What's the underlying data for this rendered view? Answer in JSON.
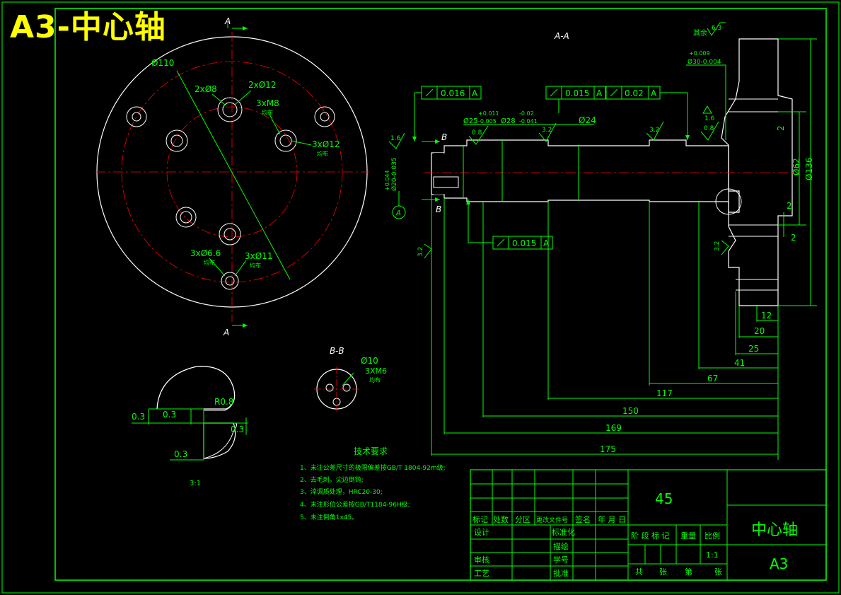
{
  "banner_title": "A3-中心轴",
  "colors": {
    "background": "#000000",
    "outline": "#ffffff",
    "dimension": "#00ff00",
    "centerline": "#ff0000",
    "banner": "#ffff00"
  },
  "left_view": {
    "section_mark": "A",
    "labels": {
      "dia110": "Ø110",
      "holes_2x8": "2xØ8",
      "holes_2x12": "2xØ12",
      "holes_3xm8": "3xM8",
      "holes_3x12": "3xØ12",
      "holes_3x66": "3xØ6.6",
      "holes_3x11": "3xØ11",
      "even": "均布"
    }
  },
  "detail_view": {
    "scale": "3:1",
    "radius": "R0.8",
    "d1": "0.3",
    "d2": "0.3",
    "d3": "0.3",
    "d4": "0.3"
  },
  "bb_view": {
    "title": "B-B",
    "dia10": "Ø10",
    "thread": "3XM6",
    "even": "均布"
  },
  "main_view": {
    "title": "A-A",
    "section_b": "B",
    "datum": "A",
    "roughness_other": "其余",
    "roughness_63": "6.3",
    "roughness": {
      "r16a": "1.6",
      "r08a": "0.8",
      "r32a": "3.2",
      "r32b": "3.2",
      "r16b": "1.6",
      "r08b": "0.8",
      "r32c": "3.2",
      "r32d": "3.2"
    },
    "tol_frames": [
      {
        "value": "0.016",
        "datum": "A"
      },
      {
        "value": "0.015",
        "datum": "A"
      },
      {
        "value": "0.02",
        "datum": "A"
      },
      {
        "value": "0.015",
        "datum": "A"
      }
    ],
    "dims": {
      "d30_top_tol": "+0.009",
      "d30_bot": "Ø30-0.004",
      "d25": "Ø25",
      "d25_tol_up": "+0.011",
      "d25_tol_dn": "-0.005",
      "d28": "Ø28",
      "d28_tol_up": "-0.02",
      "d28_tol_dn": "-0.041",
      "d24": "Ø24",
      "d20": "Ø20-0.035",
      "d20_tol": "+0.044",
      "d62": "Ø62",
      "d136": "Ø136",
      "two_a": "2",
      "two_b": "2",
      "two_c": "2",
      "l12": "12",
      "l20": "20",
      "l25": "25",
      "l41": "41",
      "l67": "67",
      "l117": "117",
      "l150": "150",
      "l169": "169",
      "l175": "175"
    }
  },
  "tech_req": {
    "title": "技术要求",
    "items": [
      "1、未注公差尺寸的极限偏差按GB/T 1804-92m级;",
      "2、去毛刺，尖边倒钝;",
      "3、淬调质处理，HRC20-30;",
      "4、未注形位公差按GB/T1184-96H级;",
      "5、未注倒角1x45。"
    ]
  },
  "title_block": {
    "material": "45",
    "part_name": "中心轴",
    "sheet_size": "A3",
    "scale": "1:1",
    "headers": [
      "标记",
      "处数",
      "分区",
      "更改文件号",
      "签名",
      "年 月 日"
    ],
    "design": "设计",
    "standardize": "标准化",
    "review": "审核",
    "process": "工艺",
    "approve": "批准",
    "stage_mark": "阶 段 标 记",
    "weight": "重量",
    "scale_label": "比例",
    "total": "共",
    "sheets": "张",
    "page": "第",
    "sheet2": "张"
  }
}
